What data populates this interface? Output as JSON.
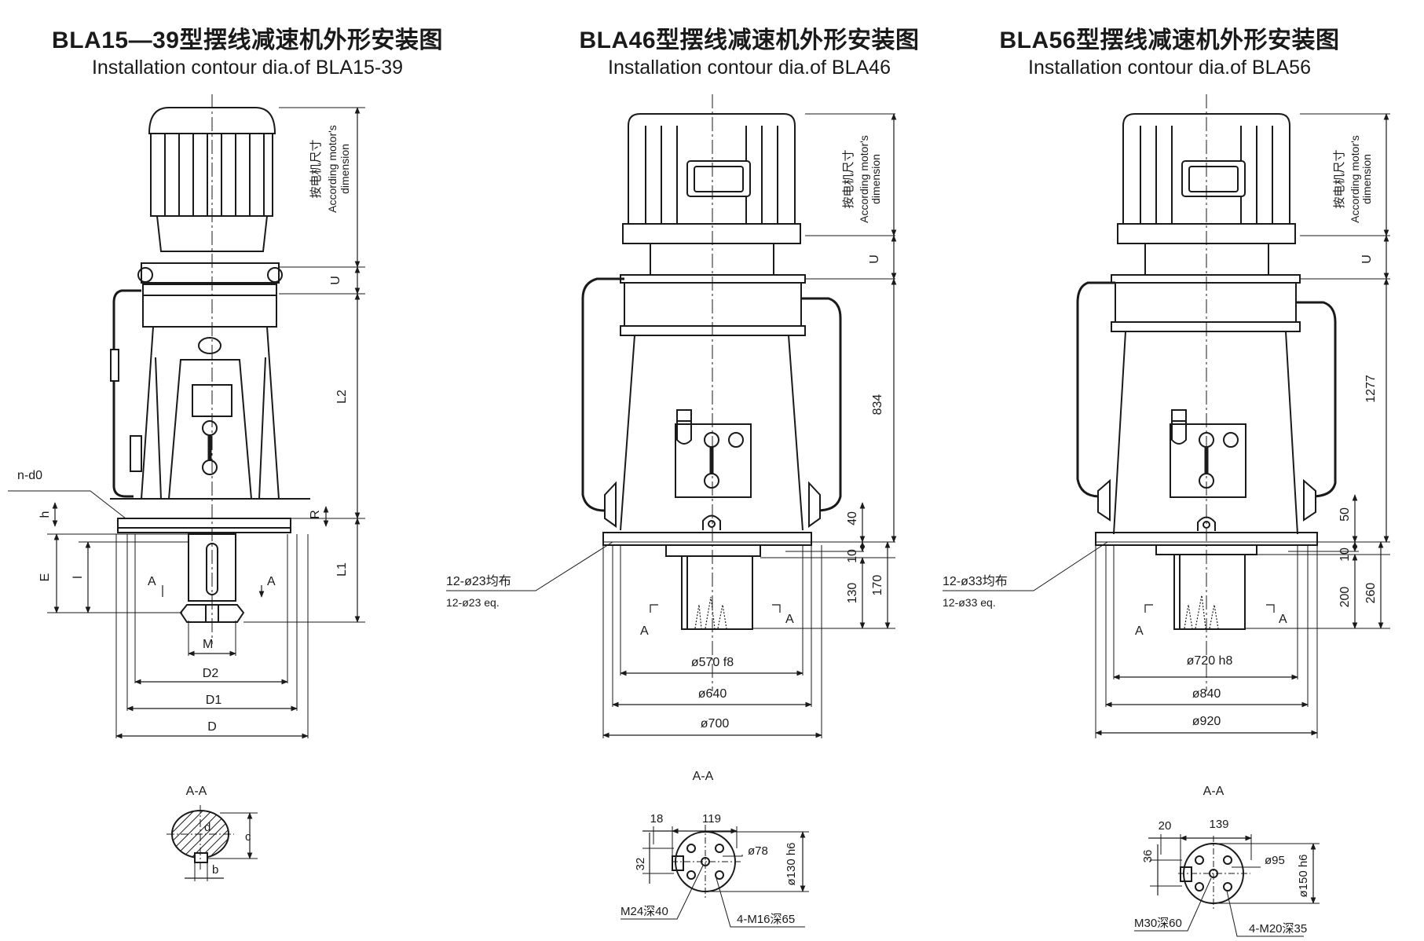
{
  "titles": [
    {
      "cn": "BLA15—39型摆线减速机外形安装图",
      "en": "Installation contour dia.of BLA15-39"
    },
    {
      "cn": "BLA46型摆线减速机外形安装图",
      "en": "Installation contour dia.of BLA46"
    },
    {
      "cn": "BLA56型摆线减速机外形安装图",
      "en": "Installation contour dia.of BLA56"
    }
  ],
  "common": {
    "motor_cn": "按电机尺寸",
    "motor_en1": "According motor's",
    "motor_en2": "dimension",
    "section_label": "A-A",
    "arrow_label": "A",
    "U": "U"
  },
  "v1": {
    "L2": "L2",
    "L1": "L1",
    "R": "R",
    "h": "h",
    "E": "E",
    "l": "l",
    "nd0": "n-d0",
    "M": "M",
    "D2": "D2",
    "D1": "D1",
    "D": "D",
    "sec_d": "d",
    "sec_c": "c",
    "sec_b": "b"
  },
  "v2": {
    "h834": "834",
    "h40": "40",
    "h10": "10",
    "h130": "130",
    "h170": "170",
    "holes_cn": "12-ø23均布",
    "holes_en": "12-ø23 eq.",
    "d570": "ø570 f8",
    "d640": "ø640",
    "d700": "ø700",
    "s18": "18",
    "s119": "119",
    "s32": "32",
    "s78": "ø78",
    "s130": "ø130 h6",
    "m24": "M24深40",
    "m16": "4-M16深65"
  },
  "v3": {
    "h1277": "1277",
    "h50": "50",
    "h10": "10",
    "h200": "200",
    "h260": "260",
    "holes_cn": "12-ø33均布",
    "holes_en": "12-ø33 eq.",
    "d720": "ø720 h8",
    "d840": "ø840",
    "d920": "ø920",
    "s20": "20",
    "s139": "139",
    "s36": "36",
    "s95": "ø95",
    "s150": "ø150 h6",
    "m30": "M30深60",
    "m20": "4-M20深35"
  }
}
